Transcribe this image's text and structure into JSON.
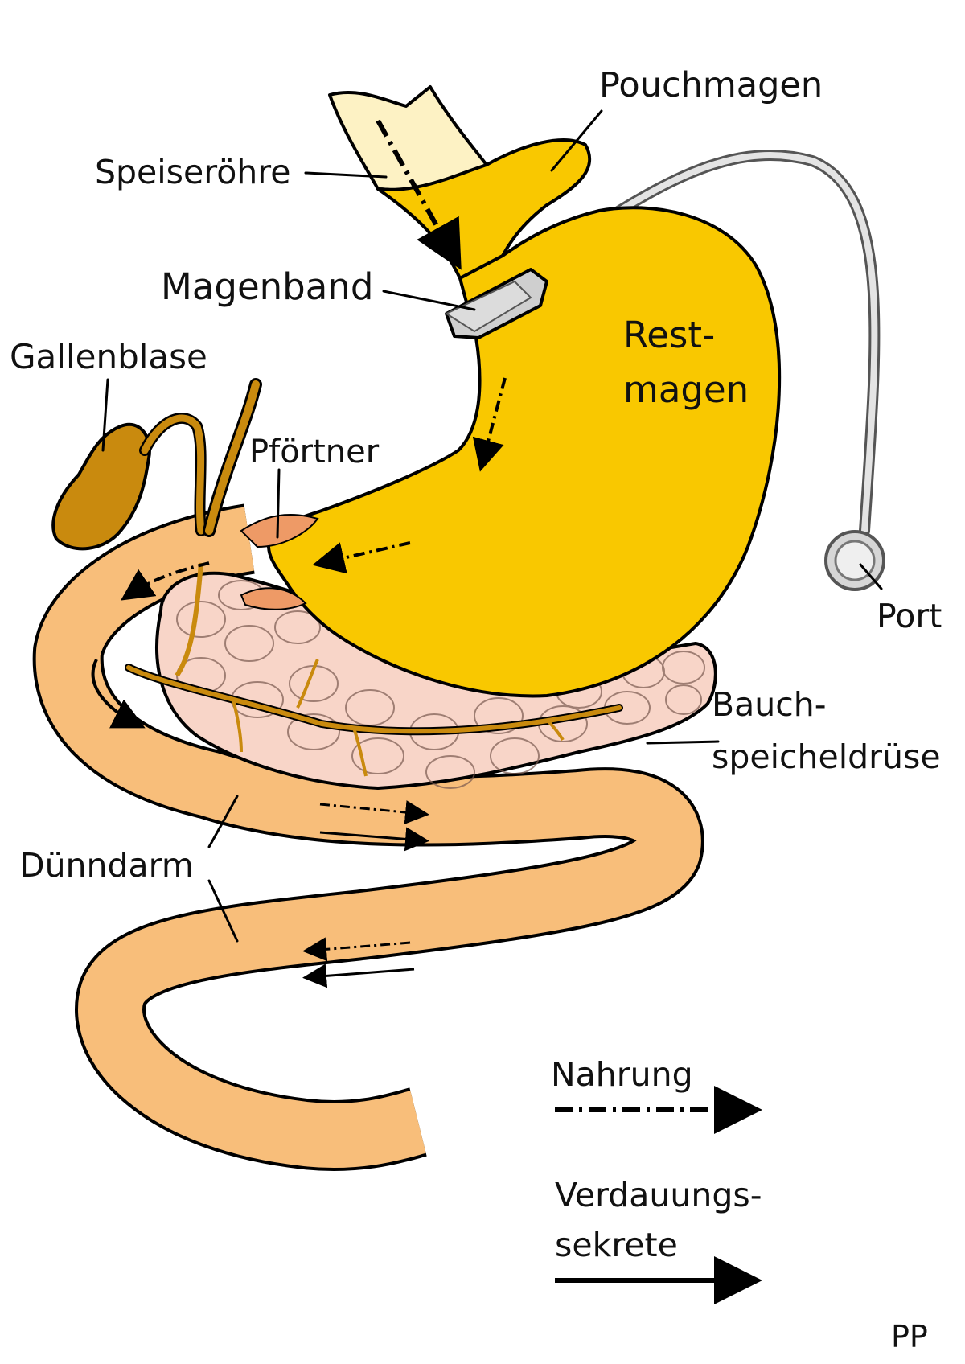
{
  "labels": {
    "pouchmagen": "Pouchmagen",
    "speiseroehre": "Speiseröhre",
    "magenband": "Magenband",
    "gallenblase": "Gallenblase",
    "rest_line1": "Rest-",
    "rest_line2": "magen",
    "pfoertner": "Pförtner",
    "port": "Port",
    "bauch_line1": "Bauch-",
    "bauch_line2": "speicheldrüse",
    "duenndarm": "Dünndarm"
  },
  "legend": {
    "food_label": "Nahrung",
    "secretions_line1": "Verdauungs-",
    "secretions_line2": "sekrete"
  },
  "signature": "PP",
  "colors": {
    "stomach": "#F9C800",
    "esophagus": "#FDF2C4",
    "intestine": "#F8BE7A",
    "pancreas": "#F8D5C8",
    "gallbladder": "#C98A0E",
    "band": "#CCCCCC",
    "pylorus": "#EE9A66"
  }
}
